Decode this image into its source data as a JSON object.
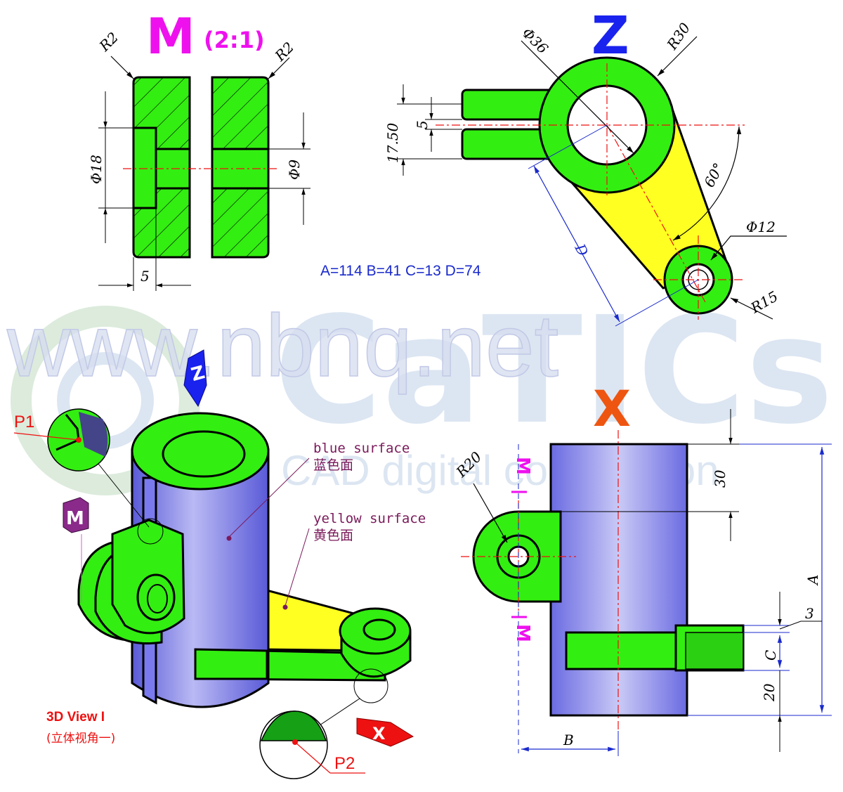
{
  "section_title": "M",
  "section_scale": "(2:1)",
  "top_view_label": "Z",
  "front_view_label": "X",
  "dims": {
    "r2_left": "R2",
    "r2_right": "R2",
    "phi18": "Φ18",
    "phi9": "Φ9",
    "five_bottom": "5",
    "phi36": "Φ36",
    "r30": "R30",
    "d1750": "17.50",
    "five_slot": "5",
    "angle60": "60°",
    "phi12": "Φ12",
    "r15": "R15",
    "d_label": "D",
    "r20": "R20",
    "thirty": "30",
    "a_label": "A",
    "three": "3",
    "c_label": "C",
    "twenty": "20",
    "b_label": "B"
  },
  "parameters": "A=114 B=41 C=13 D=74",
  "watermark": "www.nbnq.net",
  "watermark_brand": "CaTICs",
  "watermark_sub": "CAD digital competition",
  "labels": {
    "blue_en": "blue surface",
    "blue_cn": "蓝色面",
    "yellow_en": "yellow surface",
    "yellow_cn": "黄色面",
    "p1": "P1",
    "p2": "P2",
    "view_title": "3D View I",
    "view_sub": "(立体视角一)",
    "m_tag": "M",
    "m_upper": "M",
    "m_lower": "M",
    "z_arrow": "Z",
    "x_arrow": "X"
  },
  "colors": {
    "green": "#33ee11",
    "blue": "#7a7aee",
    "yellow": "#ffff22",
    "magenta": "#ee11ee",
    "red": "#ee1111",
    "orange": "#ee5511",
    "dim_blue": "#1a2acc"
  }
}
